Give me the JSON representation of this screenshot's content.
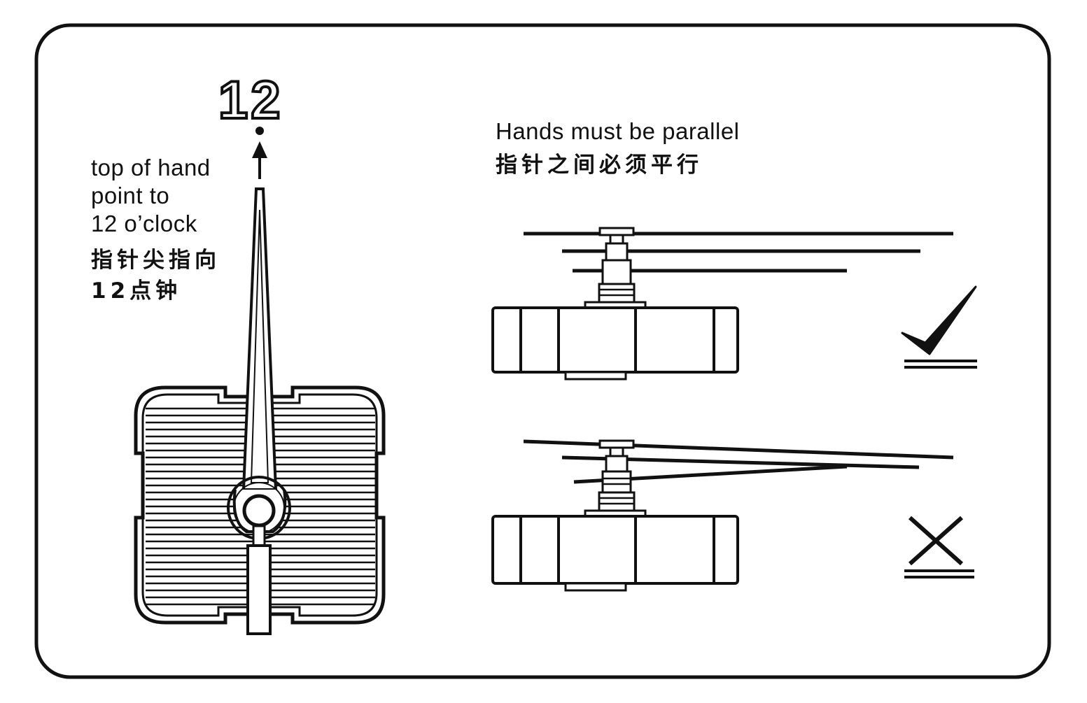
{
  "diagram": {
    "twelve_label": "12",
    "left_note": {
      "en_lines": [
        "top of hand",
        "point to",
        "12 o’clock"
      ],
      "zh_lines": [
        "指针尖指向",
        "12点钟"
      ]
    },
    "right_note": {
      "en": "Hands must be parallel",
      "zh": "指针之间必须平行"
    },
    "correct_mark": "check-icon",
    "wrong_mark": "cross-icon"
  },
  "colors": {
    "ink": "#111111",
    "paper": "#ffffff"
  }
}
